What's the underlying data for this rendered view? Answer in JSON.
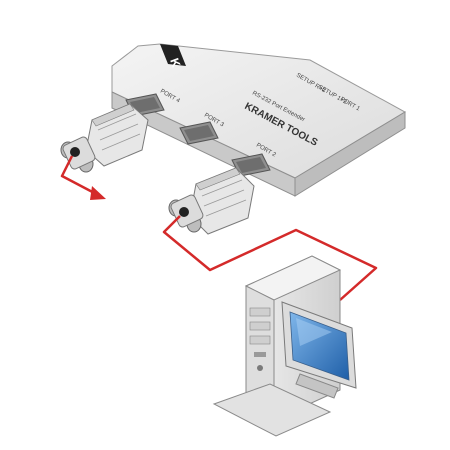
{
  "device": {
    "brand_text": "KRAMER TOOLS",
    "model_text": "RS-232 Port Extender",
    "logo_text": "K",
    "top_labels": [
      "PORT 1",
      "SETUP 1+2",
      "SETUP R+2"
    ],
    "port_labels": [
      "PORT 4",
      "PORT 3",
      "PORT 2"
    ]
  },
  "colors": {
    "cable": "#d42a2a",
    "device_top": "#ededed",
    "device_front": "#c9c9c9",
    "monitor_screen": "#2f79c4"
  },
  "icons": [
    "rs232-connector-icon",
    "computer-tower-icon",
    "monitor-icon",
    "arrow-icon"
  ]
}
